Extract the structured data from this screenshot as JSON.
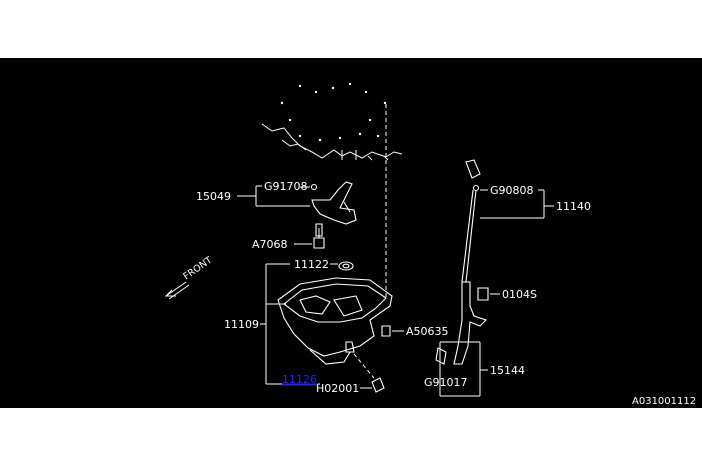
{
  "diagram": {
    "reference_code": "A031001112",
    "front_label": "FRONT",
    "highlight_color": "#2222ff",
    "background_color": "#000000",
    "parts": {
      "p15049": "15049",
      "p_g91708": "G91708",
      "p_a7068": "A7068",
      "p11122": "11122",
      "p11109": "11109",
      "p11126": "11126",
      "p_h02001": "H02001",
      "p_a50635": "A50635",
      "p_g90808": "G90808",
      "p11140": "11140",
      "p0104s": "0104S",
      "p15144": "15144",
      "p_g91017": "G91017"
    }
  }
}
